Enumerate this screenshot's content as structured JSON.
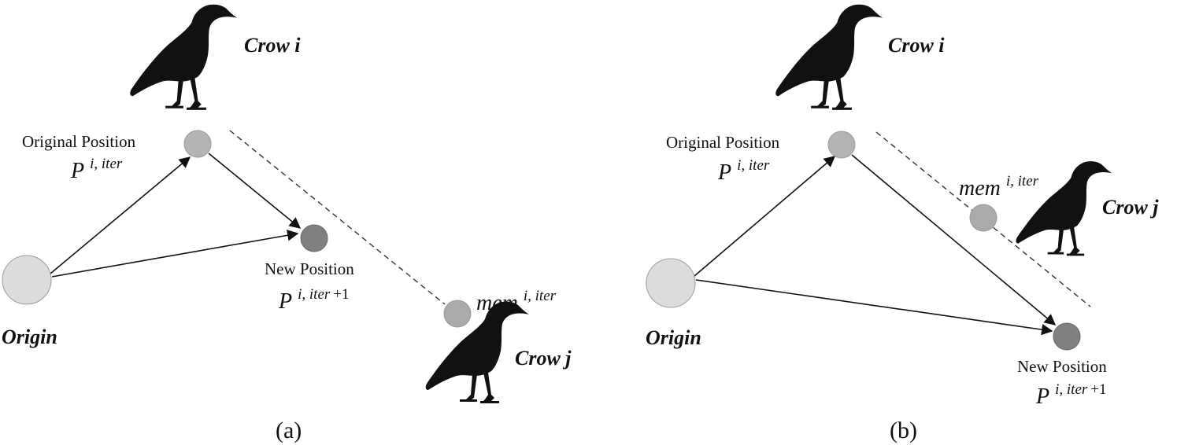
{
  "panel_a": {
    "crow_i": "Crow i",
    "crow_j": "Crow j",
    "original_position": "Original Position",
    "new_position": "New Position",
    "origin": "Origin",
    "p_symbol": "P",
    "p_sup": "i, iter",
    "p_new_sup": "i, iter",
    "p_new_plus": "+1",
    "mem_symbol": "mem",
    "mem_sup": "i, iter",
    "caption": "(a)"
  },
  "panel_b": {
    "crow_i": "Crow i",
    "crow_j": "Crow j",
    "original_position": "Original Position",
    "new_position": "New Position",
    "origin": "Origin",
    "p_symbol": "P",
    "p_sup": "i, iter",
    "p_new_sup": "i, iter",
    "p_new_plus": "+1",
    "mem_symbol": "mem",
    "mem_sup": "i, iter",
    "caption": "(b)"
  },
  "colors": {
    "origin_fill": "#dcdcdc",
    "original_fill": "#b4b4b4",
    "new_fill": "#808080",
    "mem_fill": "#aaaaaa",
    "crow": "#111111"
  }
}
